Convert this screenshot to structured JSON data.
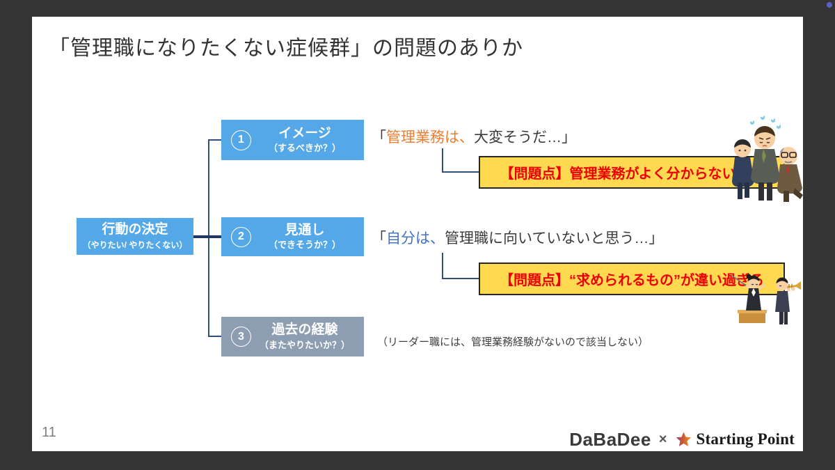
{
  "title": "「管理職になりたくない症候群」の問題のありか",
  "diagram": {
    "decision_box": {
      "title": "行動の決定",
      "subtitle": "（やりたい/ やりたくない）"
    },
    "factors": [
      {
        "number": "1",
        "title": "イメージ",
        "subtitle": "（するべきか？）"
      },
      {
        "number": "2",
        "title": "見通し",
        "subtitle": "（できそうか？）"
      },
      {
        "number": "3",
        "title": "過去の経験",
        "subtitle": "（またやりたいか？）"
      }
    ],
    "quotes": [
      {
        "bracket": "「",
        "emphasis": "管理業務は、",
        "rest": "大変そうだ…」"
      },
      {
        "bracket": "「",
        "emphasis": "自分は、",
        "rest": "管理職に向いていないと思う…」"
      }
    ],
    "problems": [
      {
        "label": "【問題点】管理業務がよく分からないこと"
      },
      {
        "label": "【問題点】“求められるもの”が違い過ぎる"
      }
    ],
    "note": "（リーダー職には、管理業務経験がないので該当しない）"
  },
  "footer": {
    "page_number": "11",
    "brand_left": "DaBaDee",
    "multiply_sign": "×",
    "brand_right": "Starting Point"
  },
  "icons": {
    "star": "star-icon",
    "illustration_1": "exhausted-managers-illustration",
    "illustration_2": "conductor-and-trumpeter-illustration"
  },
  "colors": {
    "background_frame": "#353535",
    "accent_blue": "#55A8E8",
    "muted_gray_blue": "#8E9EB2",
    "connector_navy": "#2E4E80",
    "connector_dark": "#1F3864",
    "problem_bg": "#FFD950",
    "problem_border": "#262626",
    "problem_text": "#EE0000",
    "quote_emphasis_orange": "#ED7D31",
    "quote_emphasis_blue": "#4472C4",
    "presence_dot": "#5B5FC7"
  }
}
